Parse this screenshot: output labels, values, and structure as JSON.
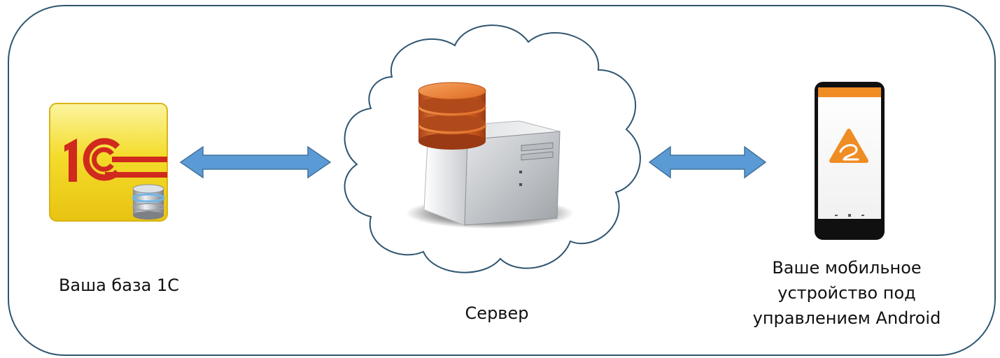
{
  "labels": {
    "base_1c": "Ваша база 1С",
    "server": "Сервер",
    "mobile": [
      "Ваше мобильное",
      "устройство под",
      "управлением Android"
    ]
  },
  "icons": {
    "left": "1c-database-icon",
    "center": "cloud-server-icon",
    "right": "android-phone-icon"
  },
  "colors": {
    "frame": "#2f5570",
    "arrow": "#5b9bd5",
    "arrow_stroke": "#41719c",
    "icon_yellow": "#f2d51f",
    "icon_red": "#d02a1e",
    "db_orange": "#e36a1e",
    "phone_orange": "#f08c24"
  }
}
